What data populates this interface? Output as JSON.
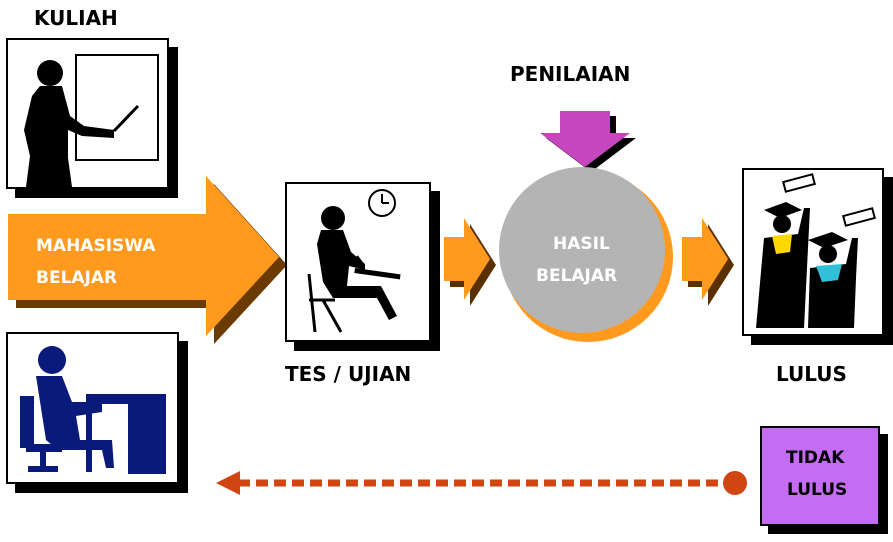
{
  "labels": {
    "kuliah": "KULIAH",
    "penilaian": "PENILAIAN",
    "mahasiswa": "MAHASISWA",
    "belajar": "BELAJAR",
    "tes_ujian": "TES / UJIAN",
    "hasil": "HASIL",
    "belajar2": "BELAJAR",
    "lulus": "LULUS",
    "tidak": "TIDAK",
    "lulus2": "LULUS"
  },
  "icons": {
    "lecturer": "lecturer-presenting-icon",
    "student_desk": "student-at-desk-icon",
    "exam": "student-writing-exam-icon",
    "clock": "clock-icon",
    "graduates": "graduates-icon",
    "down_arrow": "down-arrow-icon"
  },
  "colors": {
    "orange": "#ff9a1e",
    "gray": "#b4b4b4",
    "magenta": "#c845c0",
    "purple": "#c46cf2",
    "red_text": "#e00000",
    "dotted_line": "#d14512",
    "navy": "#0a1a7a"
  }
}
